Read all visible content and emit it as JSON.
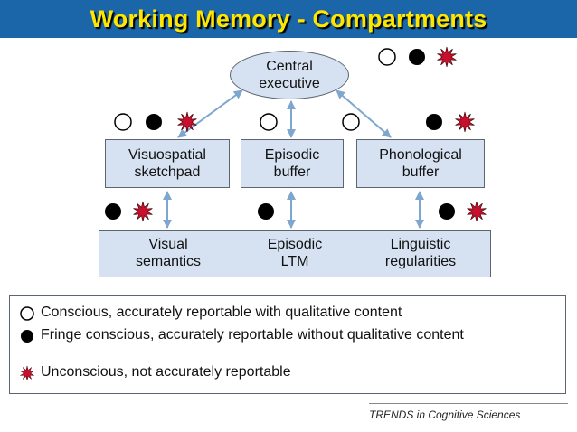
{
  "title": "Working Memory - Compartments",
  "diagram": {
    "central": "Central\nexecutive",
    "boxes": {
      "visuospatial": "Visuospatial\nsketchpad",
      "episodic_buffer": "Episodic\nbuffer",
      "phonological": "Phonological\nbuffer"
    },
    "bottom": {
      "visual": "Visual\nsemantics",
      "episodic_ltm": "Episodic\nLTM",
      "linguistic": "Linguistic\nregularities"
    }
  },
  "legend": {
    "conscious": "Conscious, accurately reportable with qualitative content",
    "fringe": "Fringe conscious, accurately reportable without qualitative content",
    "unconscious": "Unconscious, not accurately reportable"
  },
  "footer": "TRENDS in Cognitive Sciences",
  "colors": {
    "title_bg": "#1B66A8",
    "title_text": "#FFE600",
    "box_fill": "#D6E1F1",
    "arrow": "#7FA6CF",
    "star": "#C8102E"
  },
  "icons": {
    "conscious": "open-circle-icon",
    "fringe": "filled-circle-icon",
    "unconscious": "red-star-icon"
  }
}
